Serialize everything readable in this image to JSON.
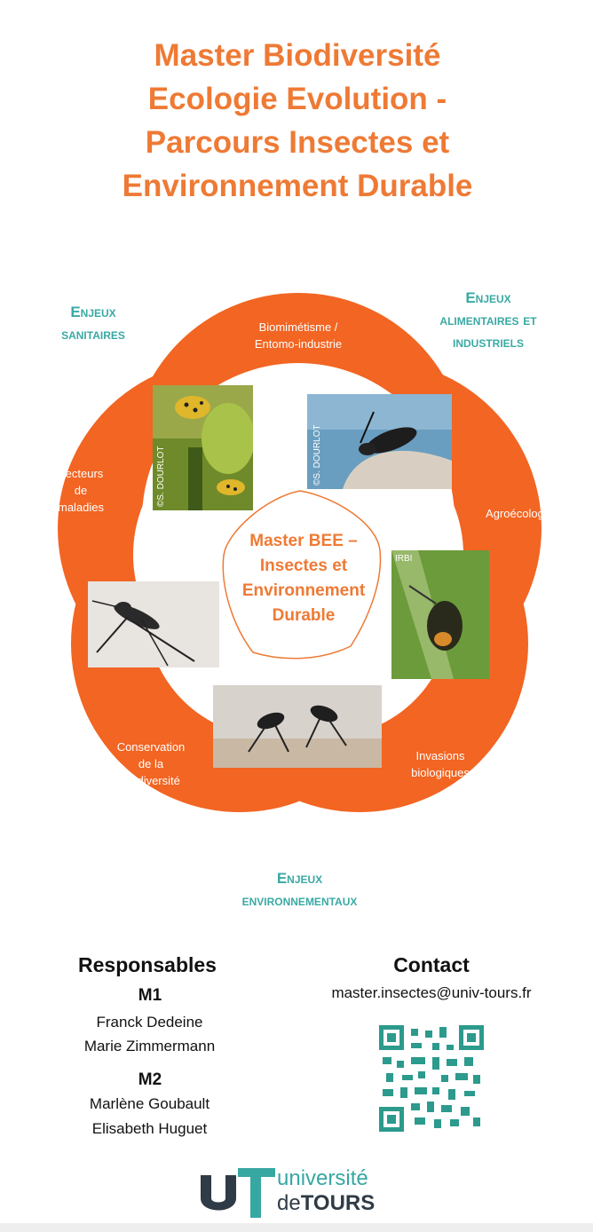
{
  "title_lines": [
    "Master Biodiversité",
    "Ecologie Evolution -",
    "Parcours Insectes et",
    "Environnement Durable"
  ],
  "challenges": {
    "sanitary": [
      "Enjeux",
      "sanitaires"
    ],
    "food": [
      "Enjeux",
      "alimentaires et",
      "industriels"
    ],
    "environment": [
      "Enjeux",
      "environnementaux"
    ]
  },
  "petals": {
    "top": [
      "Biomimétisme /",
      "Entomo-industrie"
    ],
    "left": [
      "Vecteurs",
      "de",
      "maladies"
    ],
    "right": [
      "Agroécologie"
    ],
    "bottom_left": [
      "Conservation",
      "de la",
      "biodiversité"
    ],
    "bottom_right": [
      "Invasions",
      "biologiques"
    ]
  },
  "center": [
    "Master BEE –",
    "Insectes et",
    "Environnement",
    "Durable"
  ],
  "photo_credits": {
    "ladybird": "©S. DOURLOT",
    "beetle": "©S. DOURLOT",
    "wasp_logo": "IRBI"
  },
  "responsables": {
    "heading": "Responsables",
    "m1_label": "M1",
    "m1_names": [
      "Franck Dedeine",
      "Marie Zimmermann"
    ],
    "m2_label": "M2",
    "m2_names": [
      "Marlène Goubault",
      "Elisabeth Huguet"
    ]
  },
  "contact": {
    "heading": "Contact",
    "email": "master.insectes@univ-tours.fr"
  },
  "logo": {
    "line1": "université",
    "line2_de": "de",
    "line2_tours": "TOURS"
  },
  "colors": {
    "orange": "#f26522",
    "title_orange": "#ee7a35",
    "teal": "#3aa9a4",
    "qr_teal": "#2c9a8c",
    "logo_dark": "#2f3b46",
    "logo_teal": "#37a7a2"
  },
  "icons": [
    "qr-code-icon",
    "university-logo-icon"
  ]
}
